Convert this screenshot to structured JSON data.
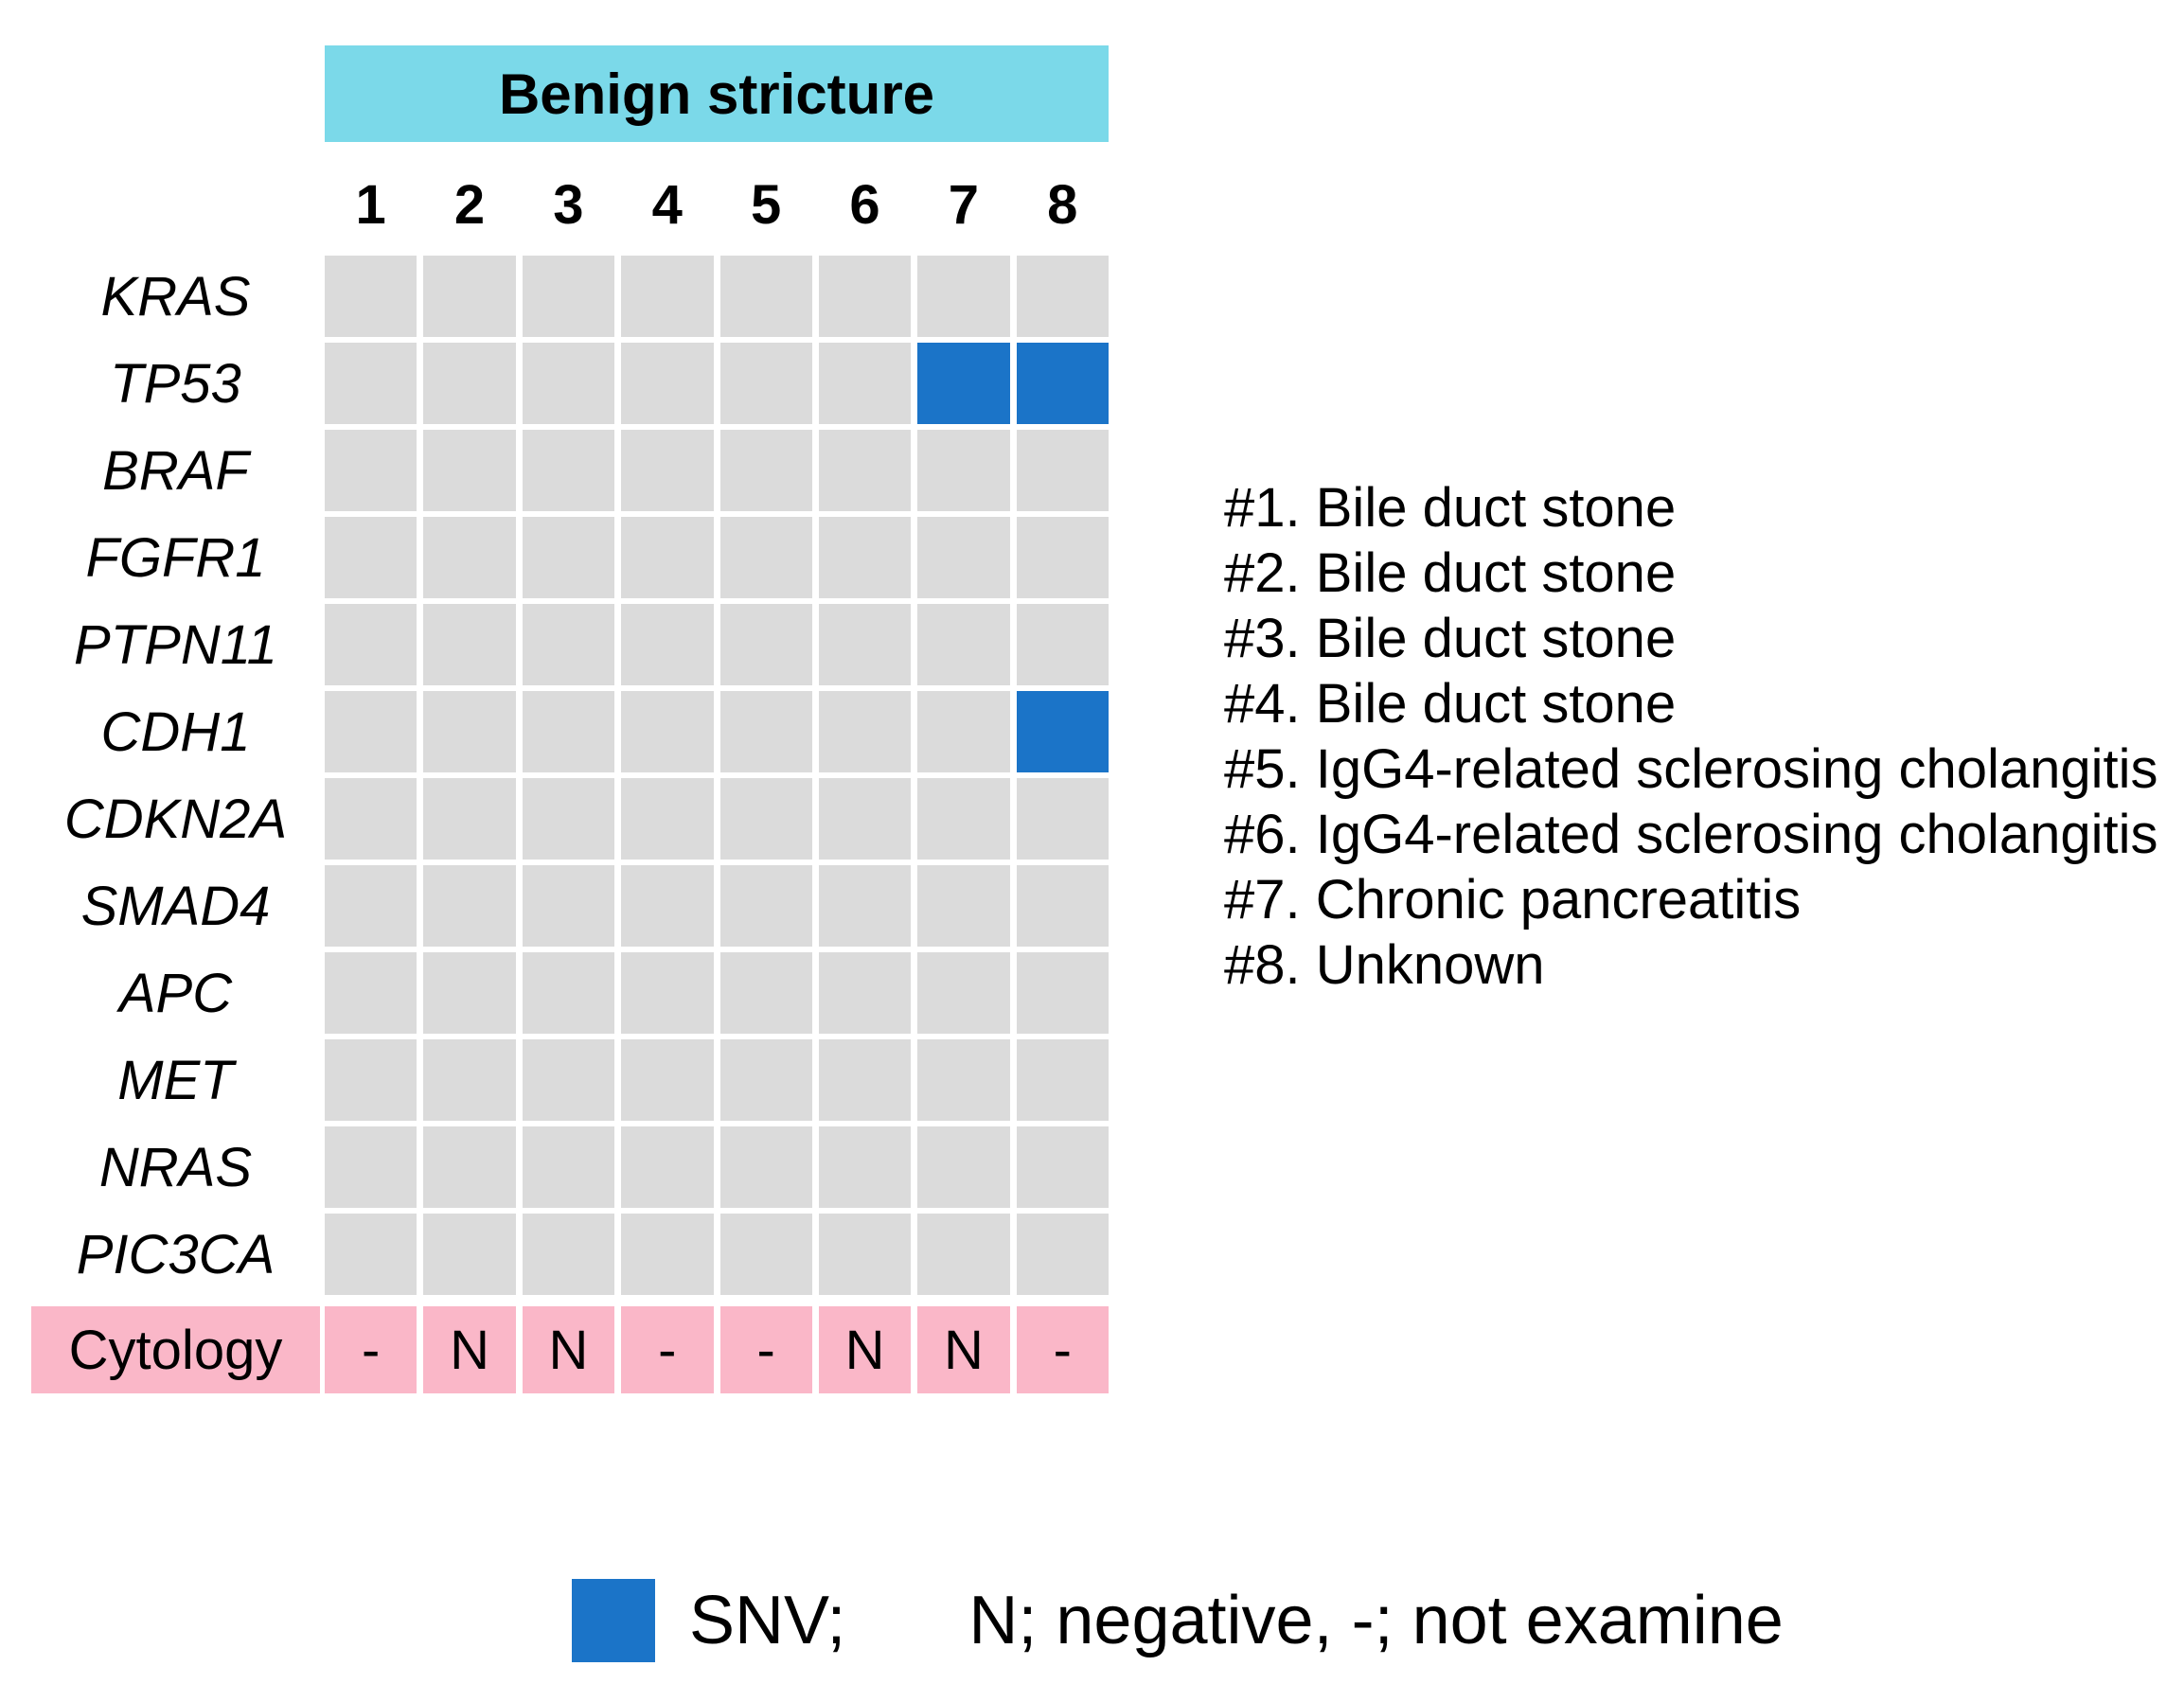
{
  "chart_data": {
    "type": "heatmap",
    "title": "Benign stricture",
    "columns": [
      "1",
      "2",
      "3",
      "4",
      "5",
      "6",
      "7",
      "8"
    ],
    "rows": [
      "KRAS",
      "TP53",
      "BRAF",
      "FGFR1",
      "PTPN11",
      "CDH1",
      "CDKN2A",
      "SMAD4",
      "APC",
      "MET",
      "NRAS",
      "PIC3CA"
    ],
    "matrix": [
      [
        0,
        0,
        0,
        0,
        0,
        0,
        0,
        0
      ],
      [
        0,
        0,
        0,
        0,
        0,
        0,
        1,
        1
      ],
      [
        0,
        0,
        0,
        0,
        0,
        0,
        0,
        0
      ],
      [
        0,
        0,
        0,
        0,
        0,
        0,
        0,
        0
      ],
      [
        0,
        0,
        0,
        0,
        0,
        0,
        0,
        0
      ],
      [
        0,
        0,
        0,
        0,
        0,
        0,
        0,
        1
      ],
      [
        0,
        0,
        0,
        0,
        0,
        0,
        0,
        0
      ],
      [
        0,
        0,
        0,
        0,
        0,
        0,
        0,
        0
      ],
      [
        0,
        0,
        0,
        0,
        0,
        0,
        0,
        0
      ],
      [
        0,
        0,
        0,
        0,
        0,
        0,
        0,
        0
      ],
      [
        0,
        0,
        0,
        0,
        0,
        0,
        0,
        0
      ],
      [
        0,
        0,
        0,
        0,
        0,
        0,
        0,
        0
      ]
    ],
    "snv_cells": [
      {
        "row": "TP53",
        "column": "7"
      },
      {
        "row": "TP53",
        "column": "8"
      },
      {
        "row": "CDH1",
        "column": "8"
      }
    ],
    "cytology": {
      "label": "Cytology",
      "values": [
        "-",
        "N",
        "N",
        "-",
        "-",
        "N",
        "N",
        "-"
      ]
    },
    "annotations": [
      "#1. Bile duct stone",
      "#2. Bile duct stone",
      "#3. Bile duct stone",
      "#4. Bile duct stone",
      "#5. IgG4-related sclerosing cholangitis",
      "#6. IgG4-related sclerosing cholangitis",
      "#7. Chronic pancreatitis",
      "#8. Unknown",
      "legend_position: bottom"
    ],
    "legend": {
      "snv_label": "SNV;",
      "key_label": "N; negative, -; not examine"
    }
  },
  "colors": {
    "group_header_bg": "#7BD9E9",
    "cell_bg": "#DBDBDB",
    "snv": "#1B74C8",
    "cytology_bg": "#FAB7C8",
    "text": "#000000",
    "background": "#FFFFFF"
  }
}
